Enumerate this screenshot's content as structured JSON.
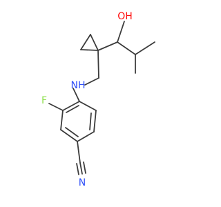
{
  "structure": {
    "atoms": {
      "hydroxyl": "OH",
      "amine": "NH",
      "fluorine": "F",
      "nitrile_nitrogen": "N"
    },
    "colors": {
      "bond": "#3c3c3c",
      "carbon_skeleton": "#3c3c3c",
      "oxygen": "#ff0d0d",
      "nitrogen": "#3050f8",
      "fluorine": "#90e050"
    }
  }
}
